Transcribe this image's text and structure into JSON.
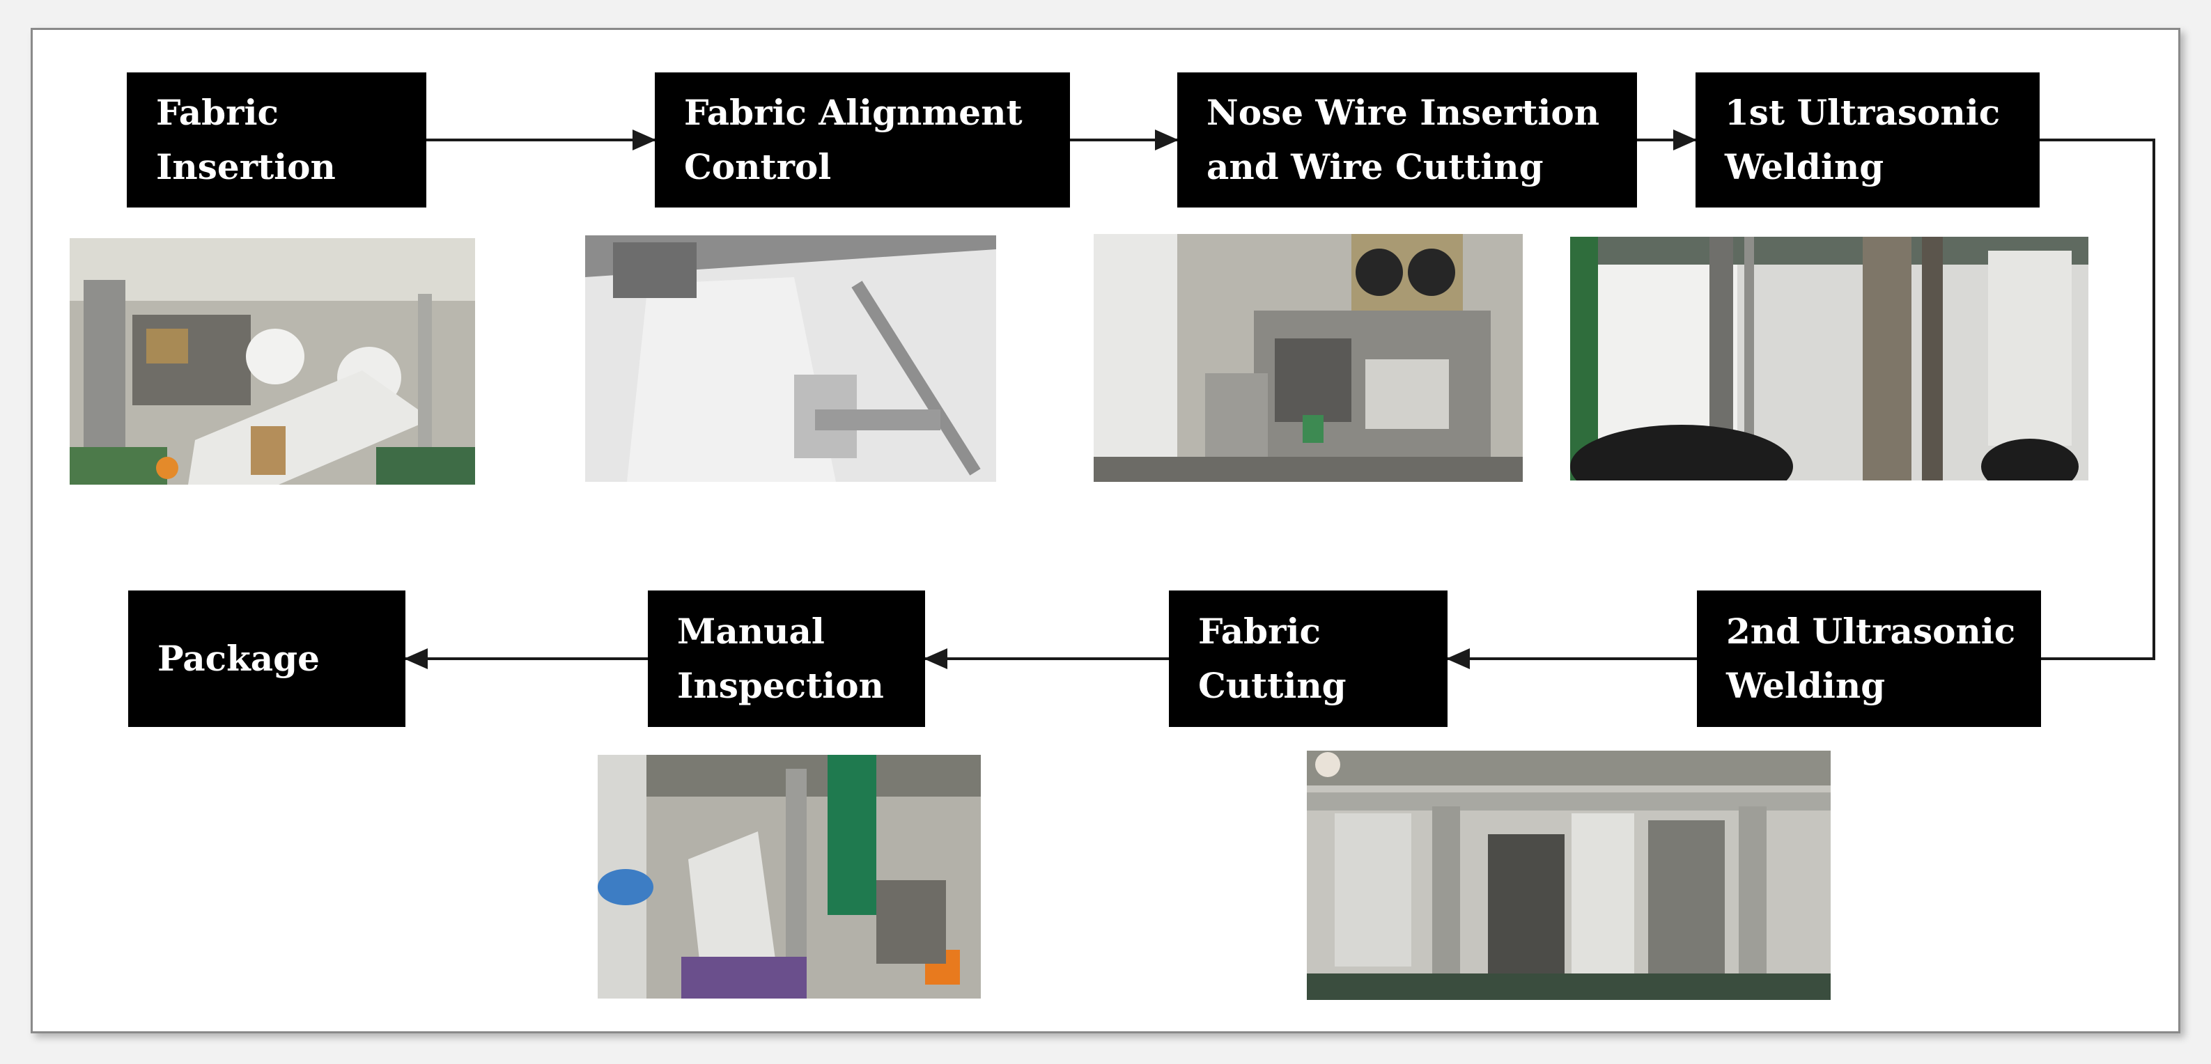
{
  "steps": [
    {
      "line1": "Fabric",
      "line2": "Insertion"
    },
    {
      "line1": "Fabric Alignment",
      "line2": "Control"
    },
    {
      "line1": "Nose Wire Insertion",
      "line2": "and Wire Cutting"
    },
    {
      "line1": "1st Ultrasonic",
      "line2": "Welding"
    },
    {
      "line1": "2nd Ultrasonic",
      "line2": "Welding"
    },
    {
      "line1": "Fabric",
      "line2": "Cutting"
    },
    {
      "line1": "Manual",
      "line2": "Inspection"
    },
    {
      "line1": "",
      "line2": "Package"
    }
  ],
  "colors": {
    "box": "#000000",
    "box_text": "#ffffff",
    "arrow": "#1a1a1a",
    "frame_border": "#8a8a8a"
  }
}
